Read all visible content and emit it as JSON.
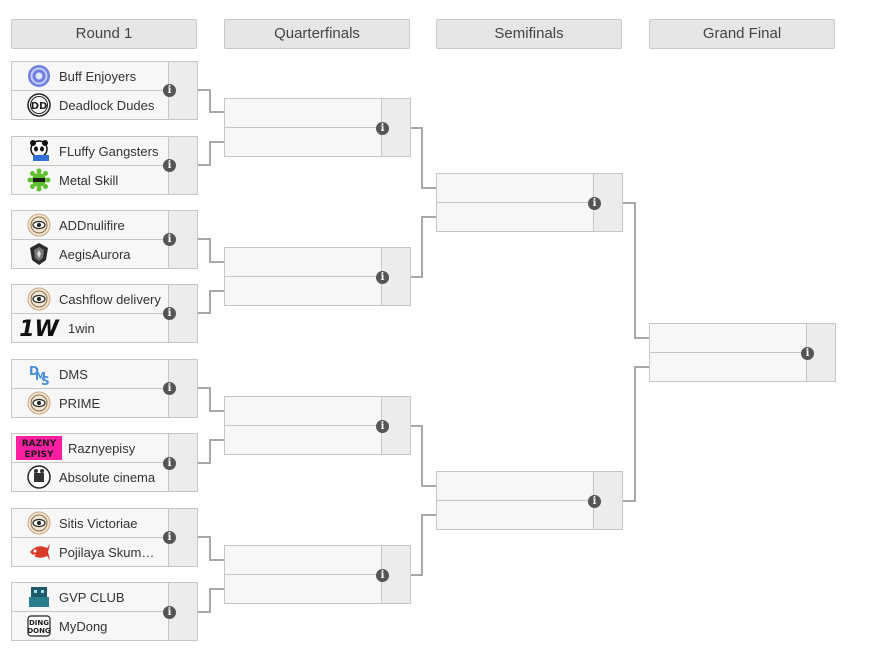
{
  "rounds": [
    {
      "label": "Round 1"
    },
    {
      "label": "Quarterfinals"
    },
    {
      "label": "Semifinals"
    },
    {
      "label": "Grand Final"
    }
  ],
  "round1_matches": [
    {
      "team1": {
        "name": "Buff Enjoyers",
        "logo": "blue-swirl-logo"
      },
      "team2": {
        "name": "Deadlock Dudes",
        "logo": "dd-logo"
      }
    },
    {
      "team1": {
        "name": "FLuffy Gangsters",
        "logo": "panda-logo"
      },
      "team2": {
        "name": "Metal Skill",
        "logo": "green-gear-logo"
      }
    },
    {
      "team1": {
        "name": "ADDnulifire",
        "logo": "tbd-logo"
      },
      "team2": {
        "name": "AegisAurora",
        "logo": "shield-logo"
      }
    },
    {
      "team1": {
        "name": "Cashflow delivery",
        "logo": "tbd-logo"
      },
      "team2": {
        "name": "1win",
        "logo": "1w-logo"
      }
    },
    {
      "team1": {
        "name": "DMS",
        "logo": "dms-logo"
      },
      "team2": {
        "name": "PRIME",
        "logo": "tbd-logo"
      }
    },
    {
      "team1": {
        "name": "Raznyepisy",
        "logo": "pink-text-logo"
      },
      "team2": {
        "name": "Absolute cinema",
        "logo": "cinema-logo"
      }
    },
    {
      "team1": {
        "name": "Sitis Victoriae",
        "logo": "tbd-logo"
      },
      "team2": {
        "name": "Pojilaya Skumbria",
        "logo": "red-fish-logo"
      }
    },
    {
      "team1": {
        "name": "GVP CLUB",
        "logo": "gvp-logo"
      },
      "team2": {
        "name": "MyDong",
        "logo": "mydong-logo"
      }
    }
  ],
  "colors": {
    "header_bg": "#e6e6e6",
    "match_bg": "#f7f7f7",
    "border": "#c6c6c6",
    "connector": "#a8a8a8",
    "info_icon": "#555555"
  }
}
